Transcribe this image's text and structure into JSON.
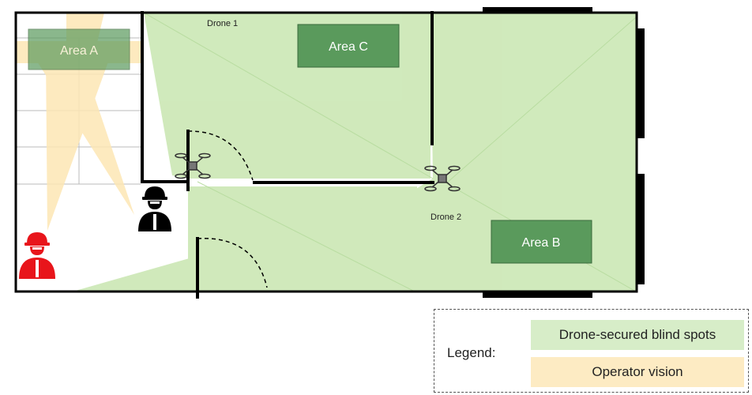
{
  "labels": {
    "drone_1": "Drone 1",
    "drone_2": "Drone 2",
    "area_a": "Area A",
    "area_b": "Area B",
    "area_c": "Area C"
  },
  "legend": {
    "title": "Legend:",
    "drone_secured": "Drone-secured blind spots",
    "operator_vision": "Operator vision"
  },
  "colors": {
    "drone_zone": "#c8e6b0",
    "operator_zone": "#fde7b5",
    "area_box": "#5a9a5c",
    "operator_red": "#e8151b",
    "operator_black": "#000000",
    "wall": "#000000"
  },
  "icons": {
    "drone": "quadcopter-icon",
    "operator": "soldier-icon"
  }
}
